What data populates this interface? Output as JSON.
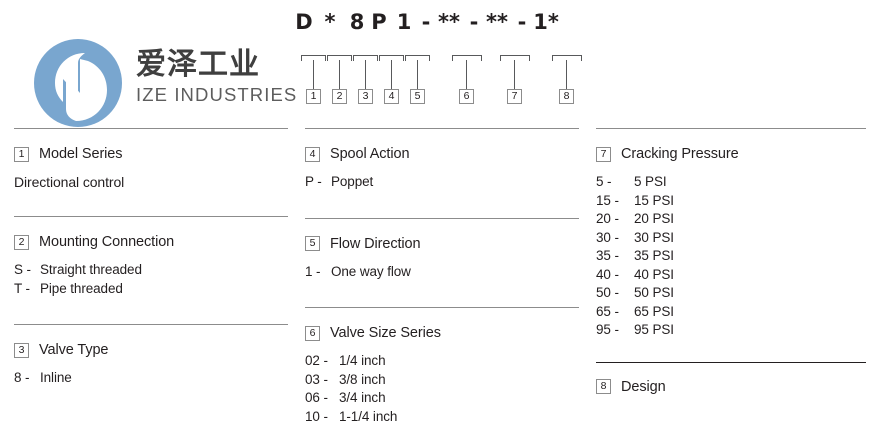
{
  "brand": {
    "name_cn": "爱泽工业",
    "name_en": "IZE INDUSTRIES",
    "logo_icon": "ize-circle-logo",
    "logo_color": "#79a6cf"
  },
  "part_code": {
    "characters": [
      "D",
      "*",
      "8",
      "P",
      "1",
      "-",
      "**",
      "-",
      "**",
      "-",
      "1*"
    ],
    "full": "D*8P1-**-**-1*"
  },
  "callouts": [
    {
      "number": "1"
    },
    {
      "number": "2"
    },
    {
      "number": "3"
    },
    {
      "number": "4"
    },
    {
      "number": "5"
    },
    {
      "number": "6"
    },
    {
      "number": "7"
    },
    {
      "number": "8"
    }
  ],
  "columns": [
    {
      "sections": [
        {
          "number": "1",
          "title": "Model Series",
          "plain": "Directional control",
          "options": []
        },
        {
          "number": "2",
          "title": "Mounting Connection",
          "options": [
            {
              "code": "S -",
              "desc": "Straight threaded"
            },
            {
              "code": "T -",
              "desc": "Pipe threaded"
            }
          ]
        },
        {
          "number": "3",
          "title": "Valve Type",
          "options": [
            {
              "code": "8 -",
              "desc": "Inline"
            }
          ]
        }
      ]
    },
    {
      "sections": [
        {
          "number": "4",
          "title": "Spool Action",
          "options": [
            {
              "code": "P -",
              "desc": "Poppet"
            }
          ]
        },
        {
          "number": "5",
          "title": "Flow Direction",
          "options": [
            {
              "code": "1 -",
              "desc": "One way flow"
            }
          ]
        },
        {
          "number": "6",
          "title": "Valve Size Series",
          "options": [
            {
              "code": "02 -",
              "desc": "1/4 inch"
            },
            {
              "code": "03 -",
              "desc": "3/8 inch"
            },
            {
              "code": "06 -",
              "desc": "3/4 inch"
            },
            {
              "code": "10 -",
              "desc": "1-1/4 inch"
            }
          ]
        }
      ]
    },
    {
      "sections": [
        {
          "number": "7",
          "title": "Cracking Pressure",
          "options": [
            {
              "code": "5 -",
              "desc": "5 PSI"
            },
            {
              "code": "15 -",
              "desc": "15 PSI"
            },
            {
              "code": "20 -",
              "desc": "20 PSI"
            },
            {
              "code": "30 -",
              "desc": "30 PSI"
            },
            {
              "code": "35 -",
              "desc": "35 PSI"
            },
            {
              "code": "40 -",
              "desc": "40 PSI"
            },
            {
              "code": "50 -",
              "desc": "50 PSI"
            },
            {
              "code": "65 -",
              "desc": "65 PSI"
            },
            {
              "code": "95 -",
              "desc": "95 PSI"
            }
          ]
        },
        {
          "number": "8",
          "title": "Design",
          "options": []
        }
      ]
    }
  ]
}
